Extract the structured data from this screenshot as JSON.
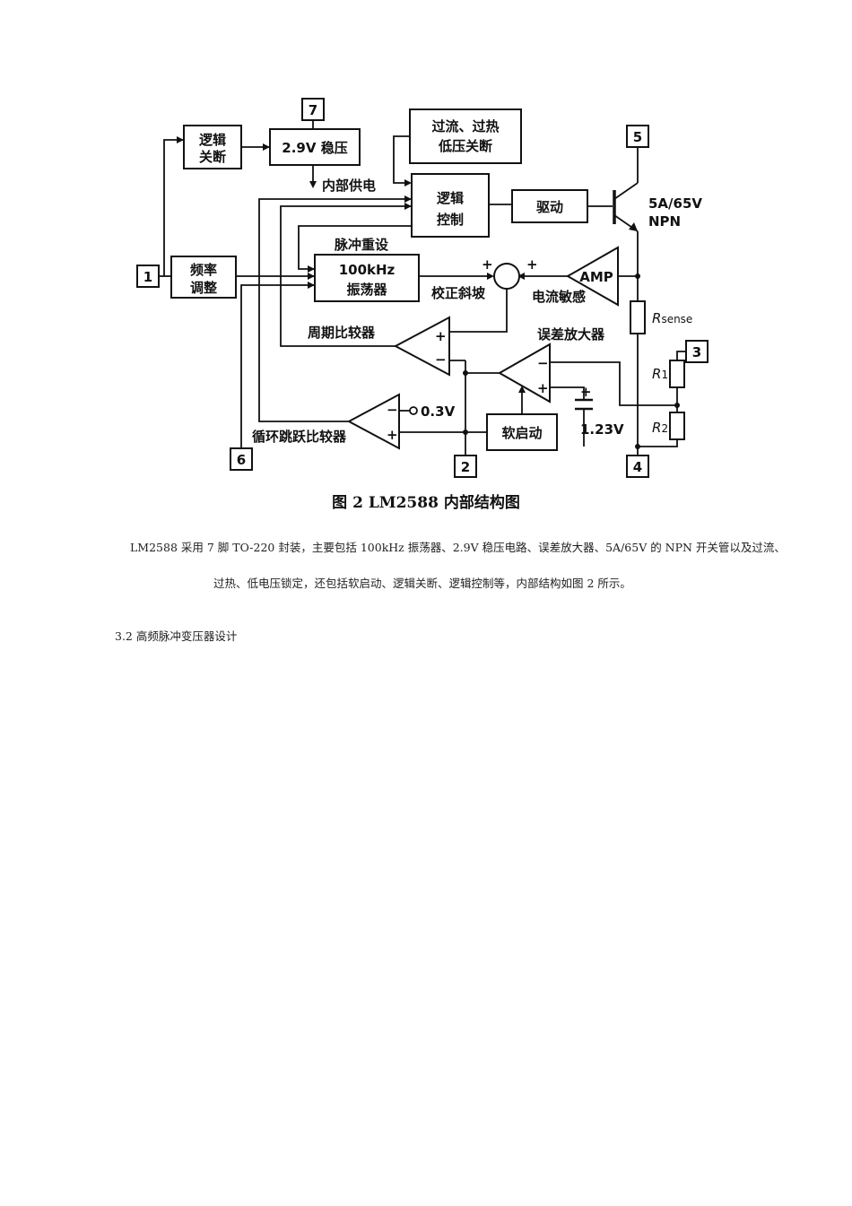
{
  "figure": {
    "caption": "图 2  LM2588 内部结构图",
    "blocks": {
      "logic_shutdown": [
        "逻辑",
        "关断"
      ],
      "regulator": "2.9V 稳压",
      "internal_supply": "内部供电",
      "protection": [
        "过流、过热",
        "低压关断"
      ],
      "logic_control": [
        "逻辑",
        "控制"
      ],
      "driver": "驱动",
      "transistor": [
        "5A/65V",
        "NPN"
      ],
      "freq_adjust": [
        "频率",
        "调整"
      ],
      "pulse_reset": "脉冲重设",
      "oscillator": [
        "100kHz",
        "振荡器"
      ],
      "slope_comp": "校正斜坡",
      "current_sense": "电流敏感",
      "amp": "AMP",
      "rsense_r": "R",
      "rsense_sub": "sense",
      "cycle_comparator": "周期比较器",
      "error_amp": "误差放大器",
      "r1_r": "R",
      "r1_n": "1",
      "r2_r": "R",
      "r2_n": "2",
      "vref_03": "0.3V",
      "vref_123": "1.23V",
      "soft_start": "软启动",
      "skip_comparator": "循环跳跃比较器",
      "plus": "+",
      "minus": "−"
    },
    "pins": [
      "1",
      "2",
      "3",
      "4",
      "5",
      "6",
      "7"
    ]
  },
  "text": {
    "para_line1": "LM2588 采用 7 脚 TO-220 封装，主要包括 100kHz 振荡器、2.9V 稳压电路、误差放大器、5A/65V 的 NPN 开关管以及过流、",
    "para_line2": "过热、低电压锁定，还包括软启动、逻辑关断、逻辑控制等，内部结构如图 2 所示。",
    "section_heading": "3.2 高频脉冲变压器设计"
  }
}
